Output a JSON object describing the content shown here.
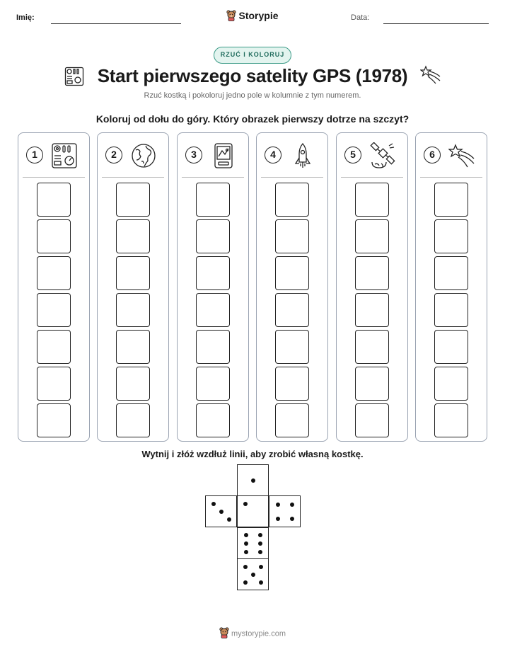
{
  "header": {
    "name_label": "Imię:",
    "date_label": "Data:",
    "brand": "Storypie"
  },
  "badge": "RZUĆ I KOLORUJ",
  "title": "Start pierwszego satelity GPS (1978)",
  "subtitle": "Rzuć kostką i pokoloruj jedno pole w kolumnie z tym numerem.",
  "instruction": "Koloruj od dołu do góry. Który obrazek pierwszy dotrze na szczyt?",
  "columns": [
    {
      "number": "1",
      "icon": "control-panel-icon"
    },
    {
      "number": "2",
      "icon": "globe-icon"
    },
    {
      "number": "3",
      "icon": "gps-device-icon"
    },
    {
      "number": "4",
      "icon": "rocket-icon"
    },
    {
      "number": "5",
      "icon": "satellite-icon"
    },
    {
      "number": "6",
      "icon": "shooting-star-icon"
    }
  ],
  "cells_per_column": 7,
  "cut_instruction": "Wytnij i złóż wzdłuż linii, aby zrobić własną kostkę.",
  "dice_faces": [
    1,
    3,
    4,
    6,
    5
  ],
  "footer": "mystorypie.com"
}
